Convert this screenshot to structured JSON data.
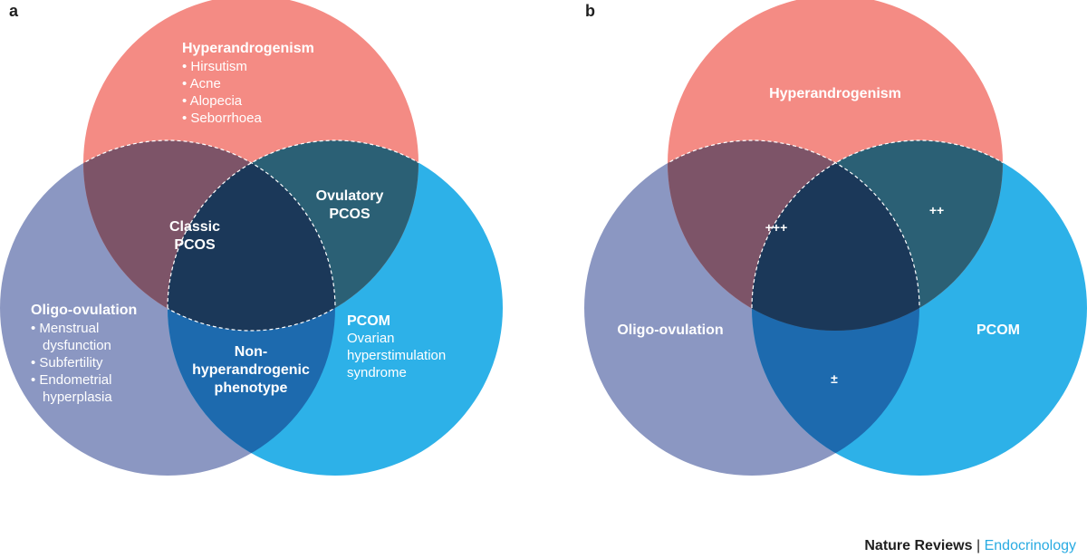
{
  "colors": {
    "hyperandrogenism": "#f48b84",
    "oligo_ovulation": "#8b97c2",
    "pcom": "#2db1e8",
    "hyper_oligo": "#7d5468",
    "hyper_pcom": "#2b6075",
    "oligo_pcom": "#1d6aae",
    "all_three": "#1b3859"
  },
  "panel_a": {
    "label": "a",
    "hyperandrogenism": {
      "title": "Hyperandrogenism",
      "items": [
        "• Hirsutism",
        "• Acne",
        "• Alopecia",
        "• Seborrhoea"
      ]
    },
    "oligo_ovulation": {
      "title": "Oligo-ovulation",
      "items": [
        "• Menstrual",
        "dysfunction",
        "• Subfertility",
        "• Endometrial",
        "hyperplasia"
      ]
    },
    "pcom": {
      "title": "PCOM",
      "items": [
        "Ovarian",
        "hyperstimulation",
        "syndrome"
      ]
    },
    "classic_pcos": [
      "Classic",
      "PCOS"
    ],
    "ovulatory_pcos": [
      "Ovulatory",
      "PCOS"
    ],
    "non_hyperandrogenic": [
      "Non-",
      "hyperandrogenic",
      "phenotype"
    ]
  },
  "panel_b": {
    "label": "b",
    "hyperandrogenism": "Hyperandrogenism",
    "oligo_ovulation": "Oligo-ovulation",
    "pcom": "PCOM",
    "hyper_oligo_symbol": "+++",
    "hyper_pcom_symbol": "++",
    "oligo_pcom_symbol": "±"
  },
  "footer": {
    "publisher": "Nature Reviews",
    "separator": "|",
    "journal": "Endocrinology"
  }
}
